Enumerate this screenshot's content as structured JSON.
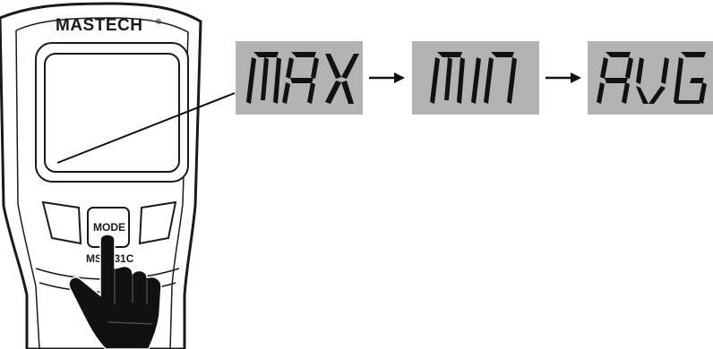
{
  "device": {
    "brand": "MASTECH",
    "brand_mark": "®",
    "mode_button_label": "MODE",
    "model": "MS6531C"
  },
  "display_sequence": [
    {
      "text": "MAX"
    },
    {
      "text": "MIN"
    },
    {
      "text": "AVG"
    }
  ],
  "colors": {
    "panel": "#b3b3b3",
    "segments": "#111111",
    "outline": "#1a1a1a"
  }
}
